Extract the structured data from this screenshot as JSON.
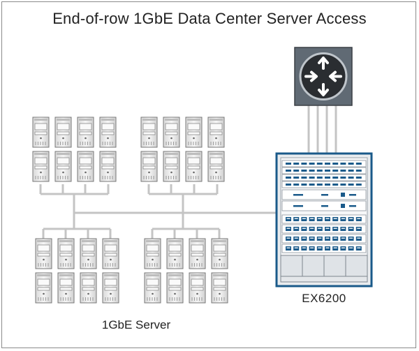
{
  "title": "End-of-row 1GbE Data Center Server Access",
  "labels": {
    "servers": "1GbE Server",
    "switch": "EX6200"
  },
  "icons": {
    "router": "router-icon",
    "switch": "switch-chassis-icon",
    "server": "server-icon"
  },
  "colors": {
    "router_fill": "#606a74",
    "switch_border": "#1a5a8a",
    "line_color": "#c4c4c4",
    "server_fill": "#eeeeee"
  }
}
